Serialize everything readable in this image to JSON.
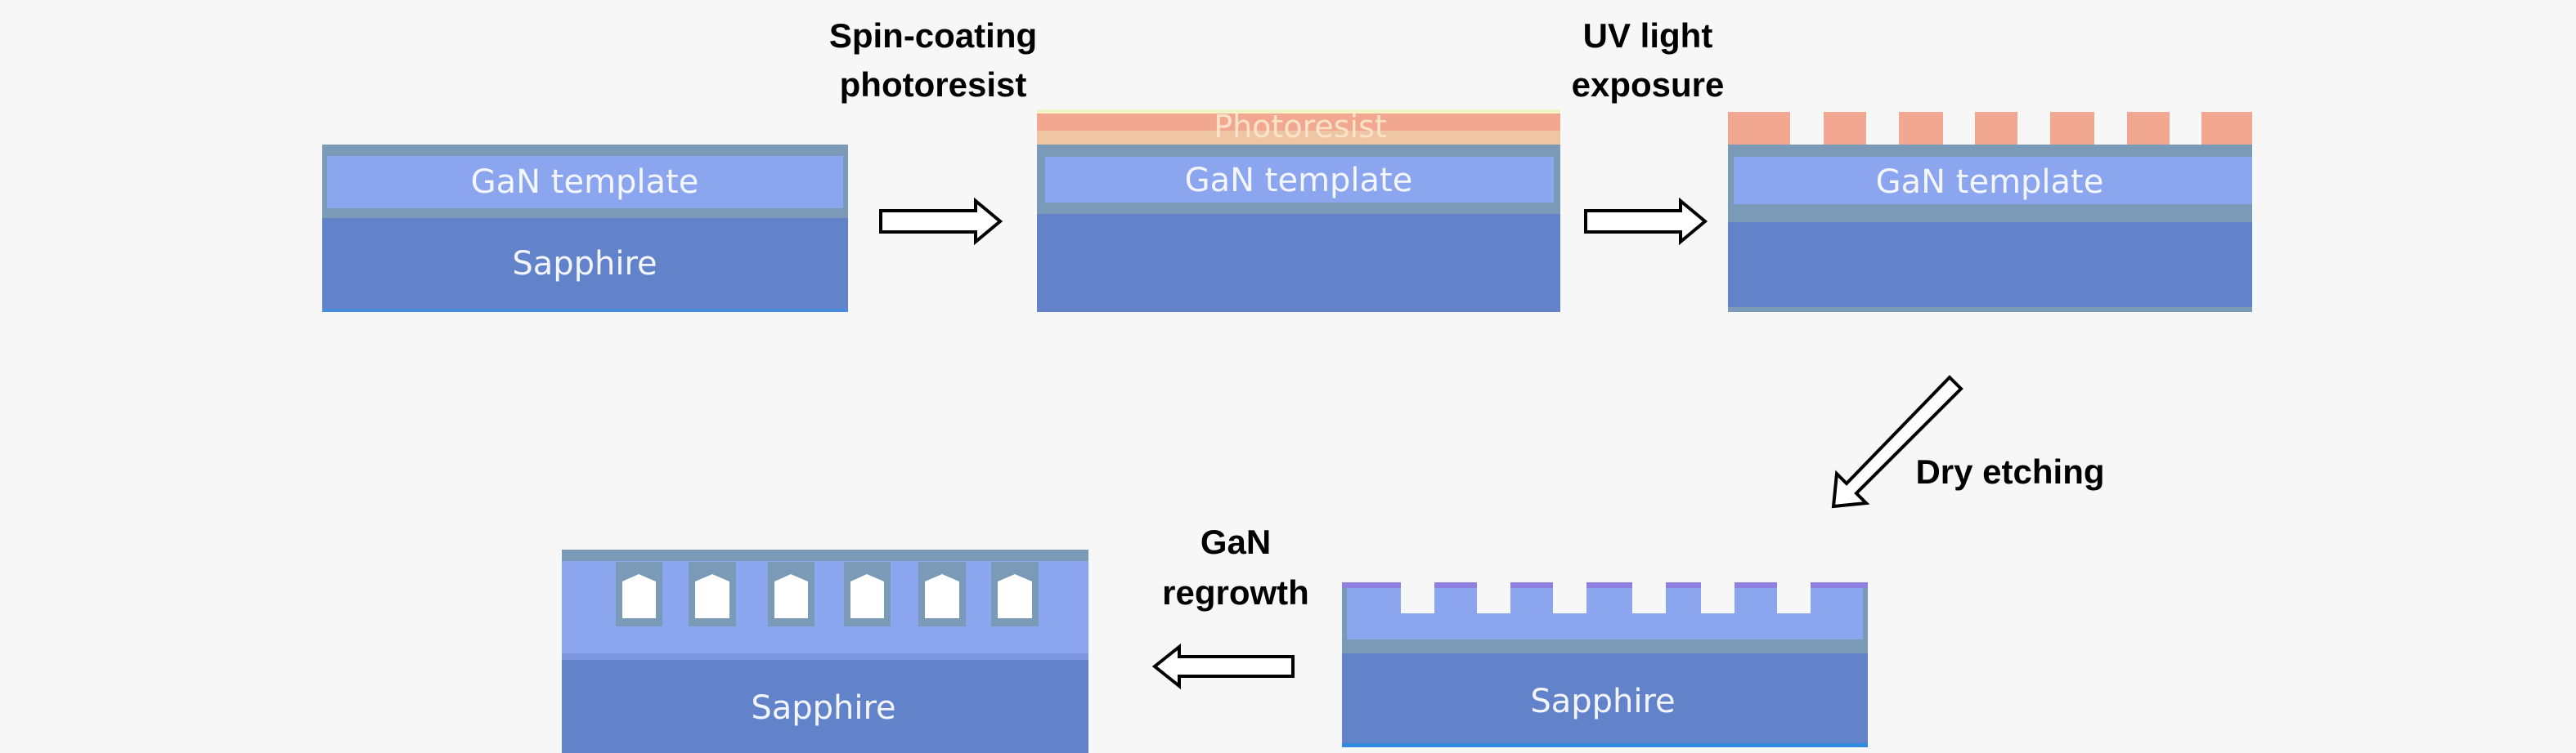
{
  "colors": {
    "background": "#f7f7f7",
    "gan": "#8ba5ee",
    "edge": "#7a9ab8",
    "sapphire": "#6282c9",
    "photoresist": "#f2a890",
    "photoresist_light": "#efc6a4",
    "cap": "#8f7fe0"
  },
  "steps": {
    "spin_coating": {
      "line1": "Spin-coating",
      "line2": "photoresist"
    },
    "uv_exposure": {
      "line1": "UV light",
      "line2": "exposure"
    },
    "dry_etching": {
      "label": "Dry etching"
    },
    "regrowth": {
      "line1": "GaN",
      "line2": "regrowth"
    }
  },
  "panels": {
    "p1": {
      "gan": "GaN template",
      "sapphire": "Sapphire"
    },
    "p2": {
      "resist": "Photoresist",
      "gan": "GaN template"
    },
    "p3": {
      "gan": "GaN template"
    },
    "p4": {
      "sapphire": "Sapphire"
    },
    "p5": {
      "sapphire": "Sapphire"
    }
  }
}
